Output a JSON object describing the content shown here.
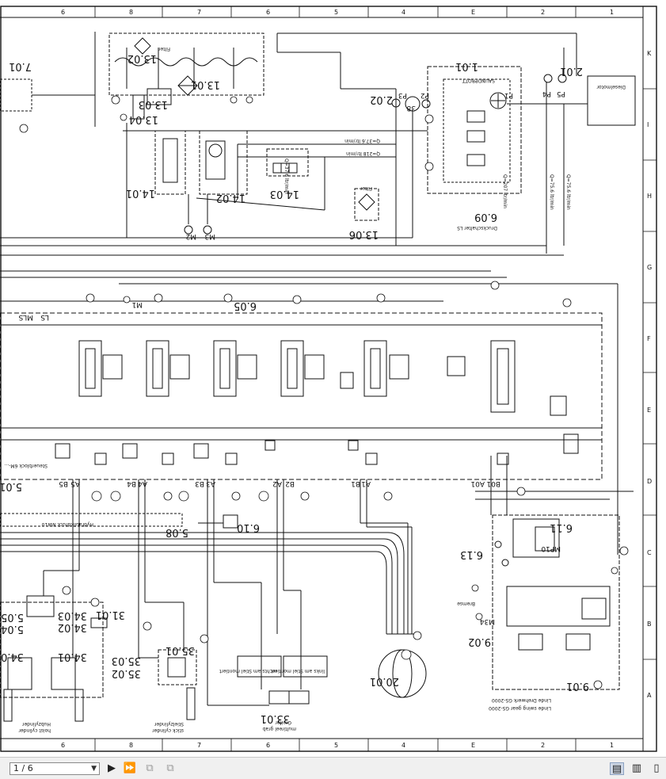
{
  "toolbar": {
    "page_input": "1 / 6",
    "next_page_icon": "play-triangle",
    "last_page_icon": "fast-forward",
    "copy_icon": "copy-pages",
    "export_icon": "export-pages",
    "single_page_icon": "single-page-view",
    "continuous_icon": "continuous-view",
    "two_page_icon": "two-page-view"
  },
  "frame": {
    "top_cols": [
      "6",
      "8",
      "7",
      "6",
      "5",
      "4",
      "E",
      "2",
      "1"
    ],
    "bottom_cols": [
      "6",
      "8",
      "7",
      "6",
      "5",
      "4",
      "E",
      "2",
      "1"
    ],
    "right_rows": [
      "K",
      "I",
      "H",
      "G",
      "F",
      "E",
      "D",
      "C",
      "B",
      "A"
    ]
  },
  "refs": {
    "r1301": "13.01",
    "r1302": "13.02",
    "r1303": "13.03",
    "r1304": "13.04",
    "r1401": "14.01",
    "r1402": "14.02",
    "r1403": "14.03",
    "r1306": "13.06",
    "r701": "7.01",
    "r101": "1.01",
    "r201": "2.01",
    "r202": "2.02",
    "r609": "6.09",
    "r605": "6.05",
    "r508": "5.08",
    "r610": "6.10",
    "r501": "5.01",
    "r505": "5.05",
    "r504": "5.04",
    "r3403": "34.03",
    "r3402": "34.02",
    "r3101": "31.01",
    "r3401a": "34.01",
    "r3401b": "34.01",
    "r3501": "35.01",
    "r3503": "35.03",
    "r3502": "35.02",
    "r3301": "33.01",
    "r2001": "20.01",
    "r611": "6.11",
    "r613": "6.13",
    "r902": "9.02",
    "r901": "9.01"
  },
  "labels": {
    "p1": "P1",
    "p2": "P2",
    "p3": "P3",
    "p4": "P4",
    "p5": "P5",
    "p38": "38",
    "m1": "M1",
    "m2": "M2",
    "m3": "M3",
    "m34": "M34",
    "ls": "LS",
    "mls": "MLS",
    "hyd_box": "Hydraulikdruck NW10",
    "steuerblock": "Steuerblock 6M-...",
    "flow1": "Q=37.6 ltr/min",
    "flow2": "Q=37.6 ltr/min",
    "flow3": "Q=218 ltr/min",
    "flow4": "Q=207 ltr/min",
    "flow5": "Q=75.6 ltr/min",
    "flow6": "Q=75.6 ltr/min",
    "drehwerk_de": "Linde Drehwerk GS-2000",
    "drehwerk_en": "Linde swing gear GS-2000",
    "hubzylinder": "Hubzylinder",
    "hoist_cyl": "hoist cylinder",
    "stielzylinder": "Stielzylinder",
    "stick_cyl": "stick cylinder",
    "greifer": "Greifer",
    "grab": "multireel grab",
    "rechts": "rechts am Stiel montiert",
    "links": "links am Stiel montiert",
    "a1": "A1",
    "a2": "A2",
    "a3": "A3",
    "a4": "A4",
    "a5": "A5",
    "b1": "B1",
    "b2": "B2",
    "b3": "B3",
    "b4": "B4",
    "b5": "B5",
    "a01": "A01",
    "b01": "B01",
    "filter": "Filter",
    "filter2": "Filter",
    "diesel": "Dieselmotor",
    "supervisor": "SAUNDPROTT",
    "mp10": "MP10",
    "pump_note": "Druckschalter LS",
    "bremse": "Bremse"
  }
}
